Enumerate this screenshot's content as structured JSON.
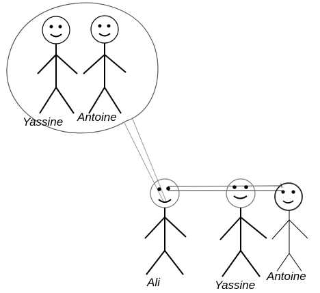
{
  "labels": {
    "bubble_left": "Yassine",
    "bubble_right": "Antoine",
    "ali": "Ali",
    "yassine": "Yassine",
    "antoine": "Antoine"
  },
  "colors": {
    "ink": "#000000",
    "thought_line": "#9a9a9a",
    "gaze_line": "#5a5a5a",
    "background": "#ffffff"
  }
}
